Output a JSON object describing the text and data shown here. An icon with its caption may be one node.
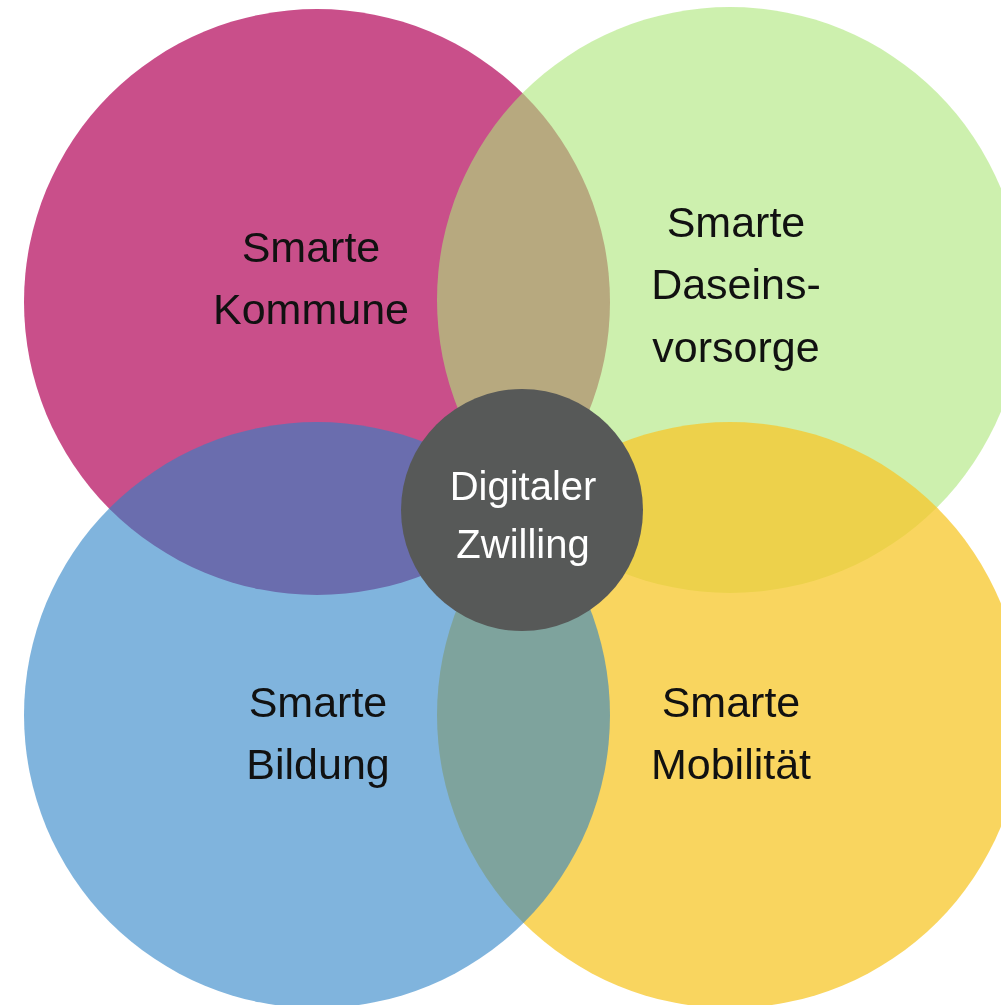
{
  "diagram": {
    "nodes": [
      {
        "text": [
          "Smarte Kommune"
        ]
      },
      {
        "text": [
          "Smarte Daseins- vorsorge"
        ]
      },
      {
        "text": [
          "Smarte Bildung"
        ]
      },
      {
        "text": [
          "Smarte Mobilität"
        ]
      },
      {
        "text": [
          "Digitaler Zwilling"
        ]
      }
    ]
  }
}
